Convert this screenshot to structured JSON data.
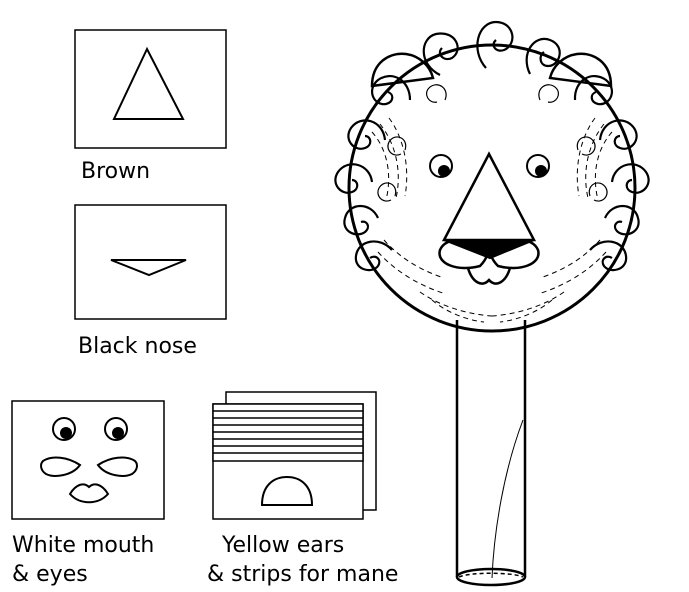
{
  "labels": {
    "brown": "Brown",
    "black_nose": "Black nose",
    "white_mouth_line1": "White mouth",
    "white_mouth_line2": "& eyes",
    "yellow_line1": "Yellow ears",
    "yellow_line2": "& strips for mane"
  },
  "colors": {
    "ink": "#000000",
    "paper": "#ffffff"
  },
  "icons": [
    "triangle-icon",
    "nose-icon",
    "eye-icon",
    "mouth-icon",
    "strips-icon",
    "ear-icon",
    "lion-mask-icon"
  ]
}
